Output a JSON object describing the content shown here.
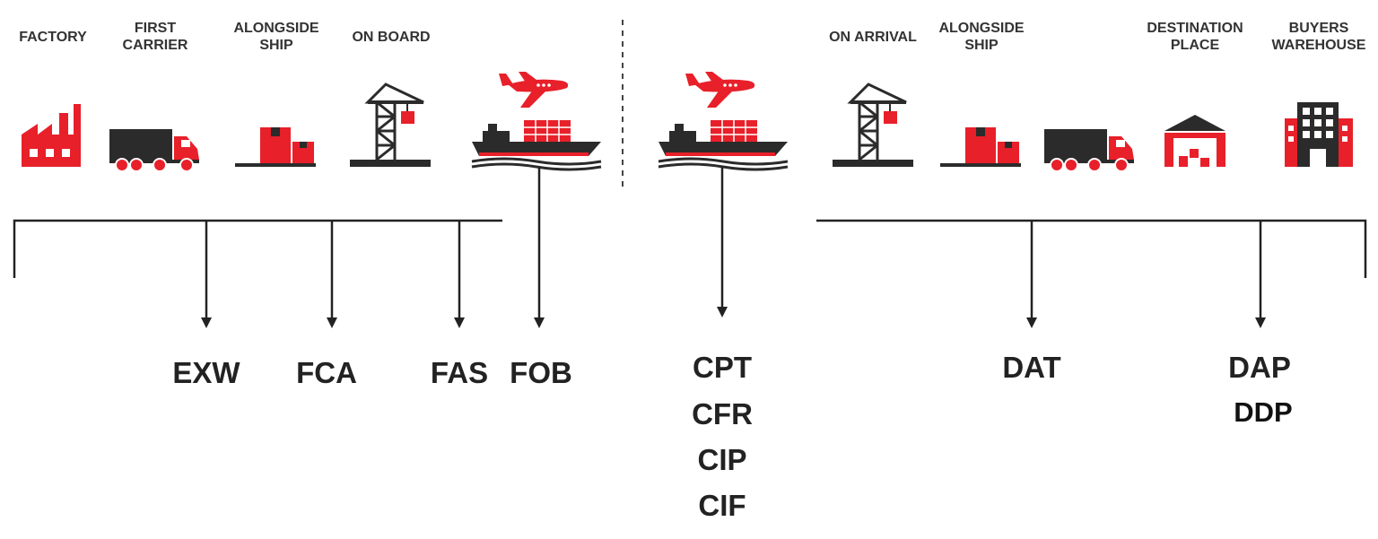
{
  "colors": {
    "red": "#E8202A",
    "dark": "#2B2B2B",
    "line": "#222222"
  },
  "seller_side": {
    "headers": [
      {
        "label": "FACTORY",
        "icon": "factory-icon"
      },
      {
        "label": "FIRST\nCARRIER",
        "icon": "truck-icon"
      },
      {
        "label": "ALONGSIDE\nSHIP",
        "icon": "boxes-on-ground-icon"
      },
      {
        "label": "ON BOARD",
        "icon": "crane-icon"
      },
      {
        "label": "",
        "icon": "plane-and-ship-icon"
      }
    ],
    "terms": [
      "EXW",
      "FCA",
      "FAS",
      "FOB"
    ]
  },
  "transit": {
    "icon": "plane-and-ship-icon",
    "terms": [
      "CPT",
      "CFR",
      "CIP",
      "CIF"
    ]
  },
  "buyer_side": {
    "headers": [
      {
        "label": "ON ARRIVAL",
        "icon": "crane-icon"
      },
      {
        "label": "ALONGSIDE\nSHIP",
        "icon": "boxes-on-ground-icon"
      },
      {
        "label": "",
        "icon": "truck-icon"
      },
      {
        "label": "DESTINATION\nPLACE",
        "icon": "warehouse-icon"
      },
      {
        "label": "BUYERS\nWAREHOUSE",
        "icon": "building-icon"
      }
    ],
    "terms": [
      "DAT",
      "DAP",
      "DDP"
    ]
  }
}
